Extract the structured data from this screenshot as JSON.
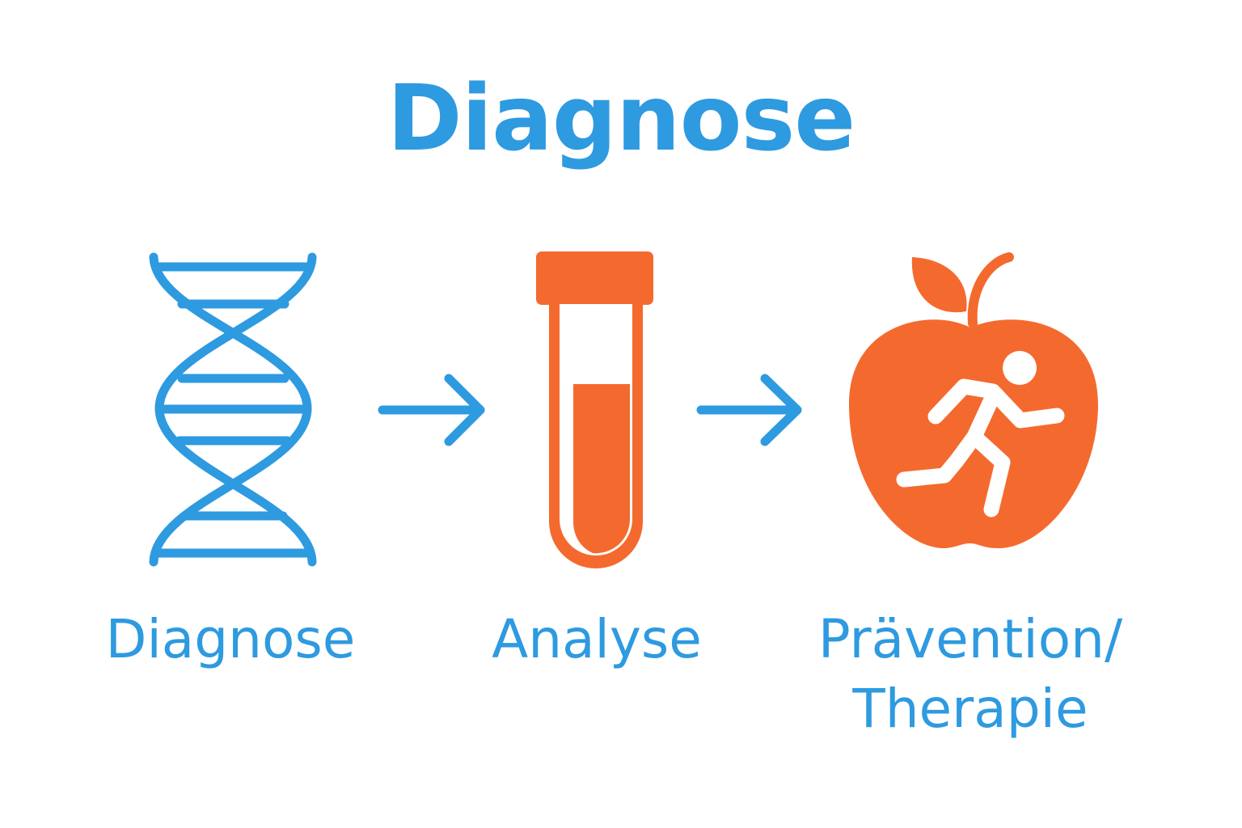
{
  "title": "Diagnose",
  "colors": {
    "blue": "#2E9AE0",
    "orange": "#F46A2E"
  },
  "steps": [
    {
      "icon": "dna-icon",
      "label": "Diagnose"
    },
    {
      "icon": "test-tube-icon",
      "label": "Analyse"
    },
    {
      "icon": "apple-runner-icon",
      "label_line1": "Prävention/",
      "label_line2": "Therapie"
    }
  ]
}
